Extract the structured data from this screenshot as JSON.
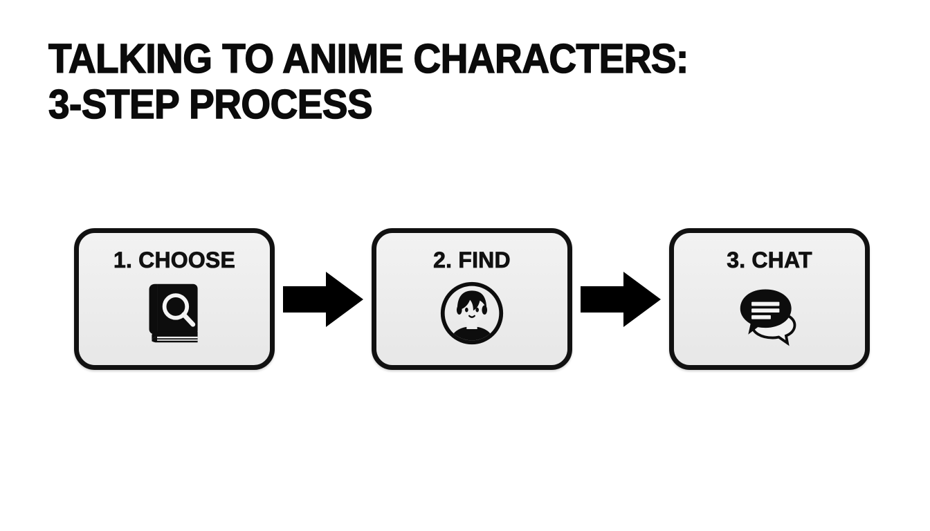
{
  "page": {
    "background_color": "#ffffff",
    "text_color": "#0b0b0b"
  },
  "title": {
    "line1": "TALKING TO ANIME CHARACTERS:",
    "line2": "3-STEP PROCESS"
  },
  "diagram": {
    "type": "flowchart",
    "orientation": "horizontal",
    "box_fill_color": "#ececec",
    "box_border_color": "#111111",
    "arrow_color": "#000000",
    "steps": [
      {
        "number": "1.",
        "label": "1. CHOOSE",
        "icon": "book-search-icon"
      },
      {
        "number": "2.",
        "label": "2. FIND",
        "icon": "anime-avatar-icon"
      },
      {
        "number": "3.",
        "label": "3. CHAT",
        "icon": "speech-bubbles-icon"
      }
    ],
    "connectors": [
      {
        "icon": "arrow-right-icon",
        "from": "1. CHOOSE",
        "to": "2. FIND"
      },
      {
        "icon": "arrow-right-icon",
        "from": "2. FIND",
        "to": "3. CHAT"
      }
    ]
  }
}
